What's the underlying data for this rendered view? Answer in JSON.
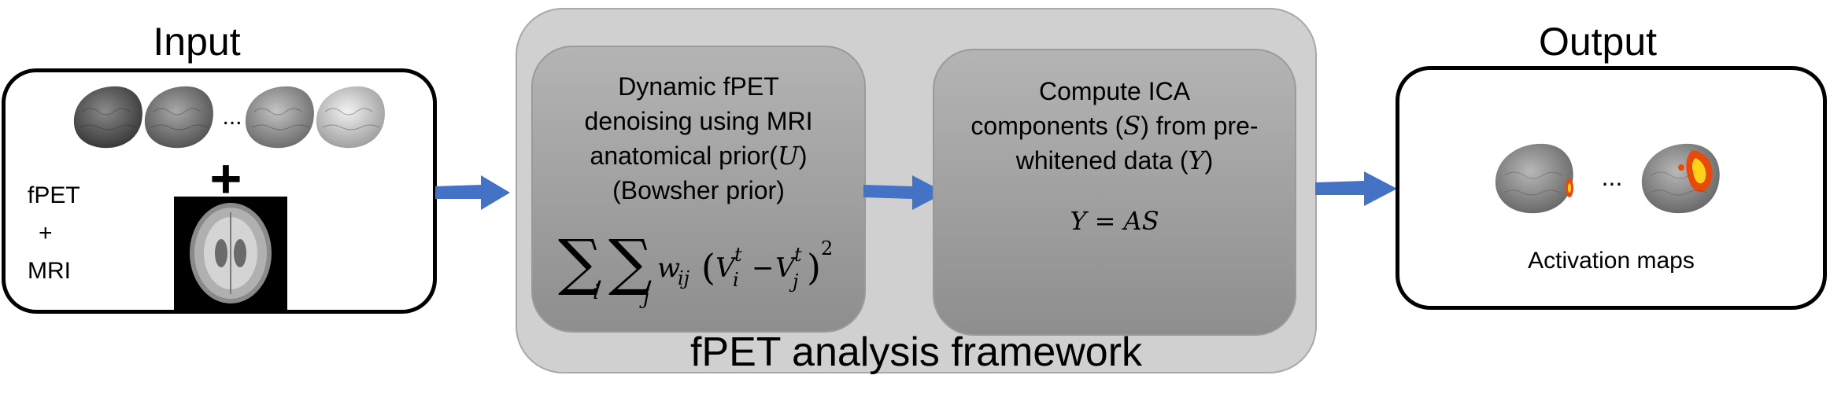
{
  "input": {
    "title": "Input",
    "ellipsis": "...",
    "plus": "+",
    "label_line1": "fPET",
    "label_line2": "+",
    "label_line3": "MRI"
  },
  "framework": {
    "label": "fPET analysis framework",
    "panel1": {
      "line1": "Dynamic fPET",
      "line2": "denoising using MRI",
      "line3_prefix": "anatomical prior(",
      "line3_symbol": "U",
      "line3_suffix": ")",
      "line4": "(Bowsher prior)",
      "formula": "∑_i ∑_j w_ij (V_i^t − V_j^t)^2"
    },
    "panel2": {
      "line1": "Compute ICA",
      "line2_prefix": "components (",
      "line2_symbol": "S",
      "line2_suffix": ") from pre-",
      "line3_prefix": "whitened data (",
      "line3_symbol": "Y",
      "line3_suffix": ")",
      "equation": "Y = AS"
    }
  },
  "output": {
    "title": "Output",
    "ellipsis": "...",
    "caption": "Activation maps"
  },
  "colors": {
    "arrow": "#4472c4",
    "activation": "#e84a0c"
  }
}
